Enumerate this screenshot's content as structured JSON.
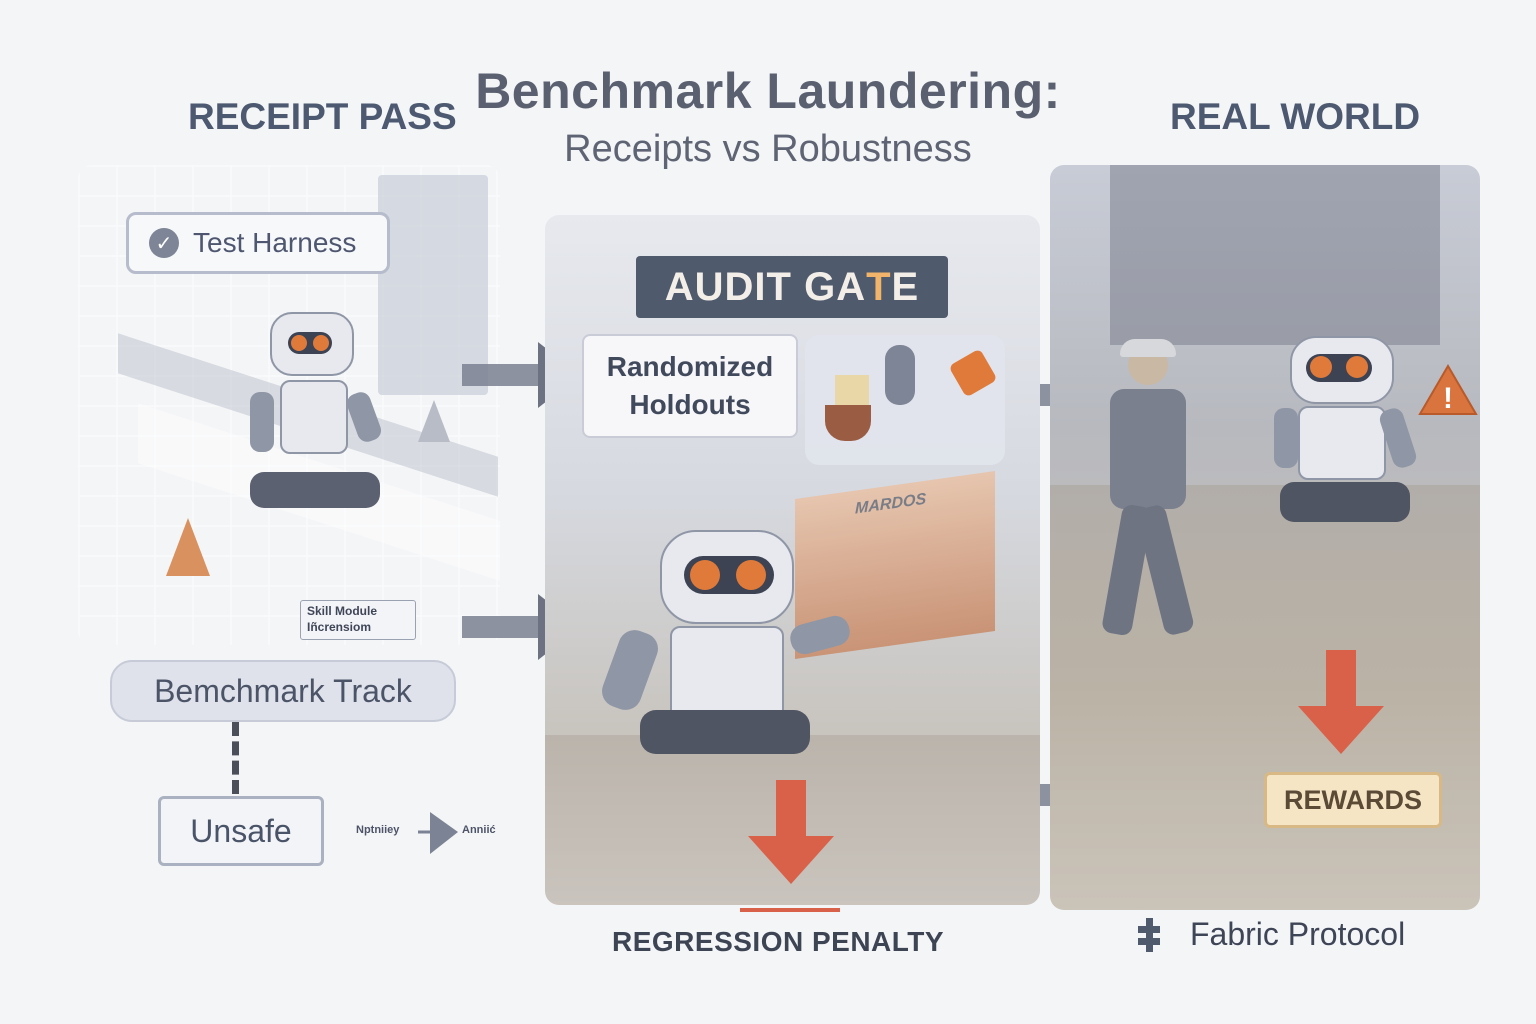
{
  "title": "Benchmark Laundering:",
  "subtitle": "Receipts vs Robustness",
  "columns": {
    "left": "RECEIPT PASS",
    "right": "REAL WORLD"
  },
  "left_panel": {
    "test_harness": "Test Harness",
    "skill_module_line1": "Skill Module",
    "skill_module_line2": "Iñcrensiom",
    "benchmark_track": "Bemchmark Track",
    "unsafe": "Unsafe",
    "small_label_a": "Nptniiey",
    "small_label_b": "Anniić"
  },
  "middle_panel": {
    "audit_gate_main": "AUDIT GA",
    "audit_gate_hl": "T",
    "audit_gate_end": "E",
    "holdouts_line1": "Randomized",
    "holdouts_line2": "Holdouts",
    "building_sign": "MARDOS",
    "regression_penalty": "REGRESSION  PENALTY"
  },
  "right_panel": {
    "rewards": "REWARDS",
    "warning": "!"
  },
  "footer": {
    "brand": "Fabric Protocol"
  },
  "colors": {
    "accent_orange": "#e07a3a",
    "penalty_red": "#d9614a",
    "dark_slate": "#4f5a6c",
    "reward_fill": "#f6e5c4"
  },
  "icons": [
    "check-icon",
    "robot-icon",
    "arrow-right-icon",
    "arrow-down-icon",
    "warning-icon",
    "traffic-cone-icon",
    "worker-icon",
    "fabric-logo-icon"
  ]
}
